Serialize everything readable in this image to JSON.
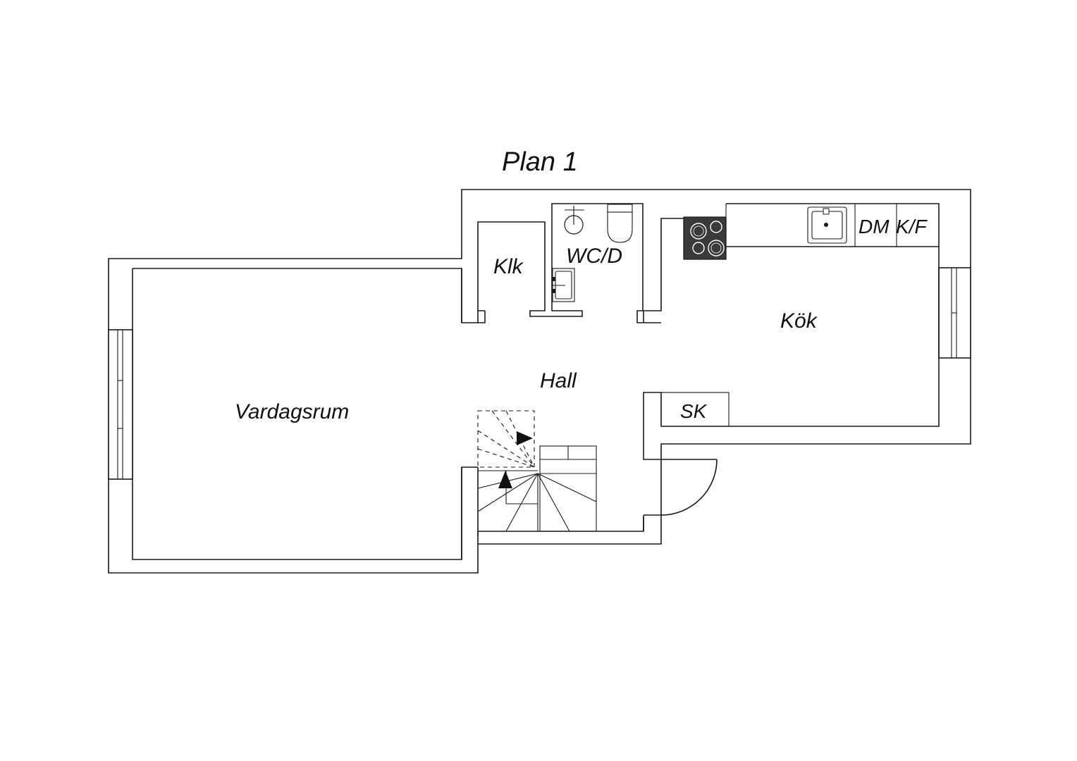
{
  "title": "Plan 1",
  "rooms": {
    "vardagsrum": "Vardagsrum",
    "hall": "Hall",
    "klk": "Klk",
    "wc": "WC/D",
    "kok": "Kök"
  },
  "fixtures": {
    "dm": "DM",
    "kf": "K/F",
    "sk": "SK"
  },
  "icons": {
    "stove": "stove-icon",
    "sink": "kitchen-sink-icon",
    "toilet": "toilet-icon",
    "shower": "shower-icon",
    "washbasin": "washbasin-icon",
    "stairs": "staircase-icon",
    "door": "door-swing-icon"
  },
  "colors": {
    "stroke": "#1a1a1a",
    "stove": "#3a3a3a",
    "background": "#ffffff"
  }
}
